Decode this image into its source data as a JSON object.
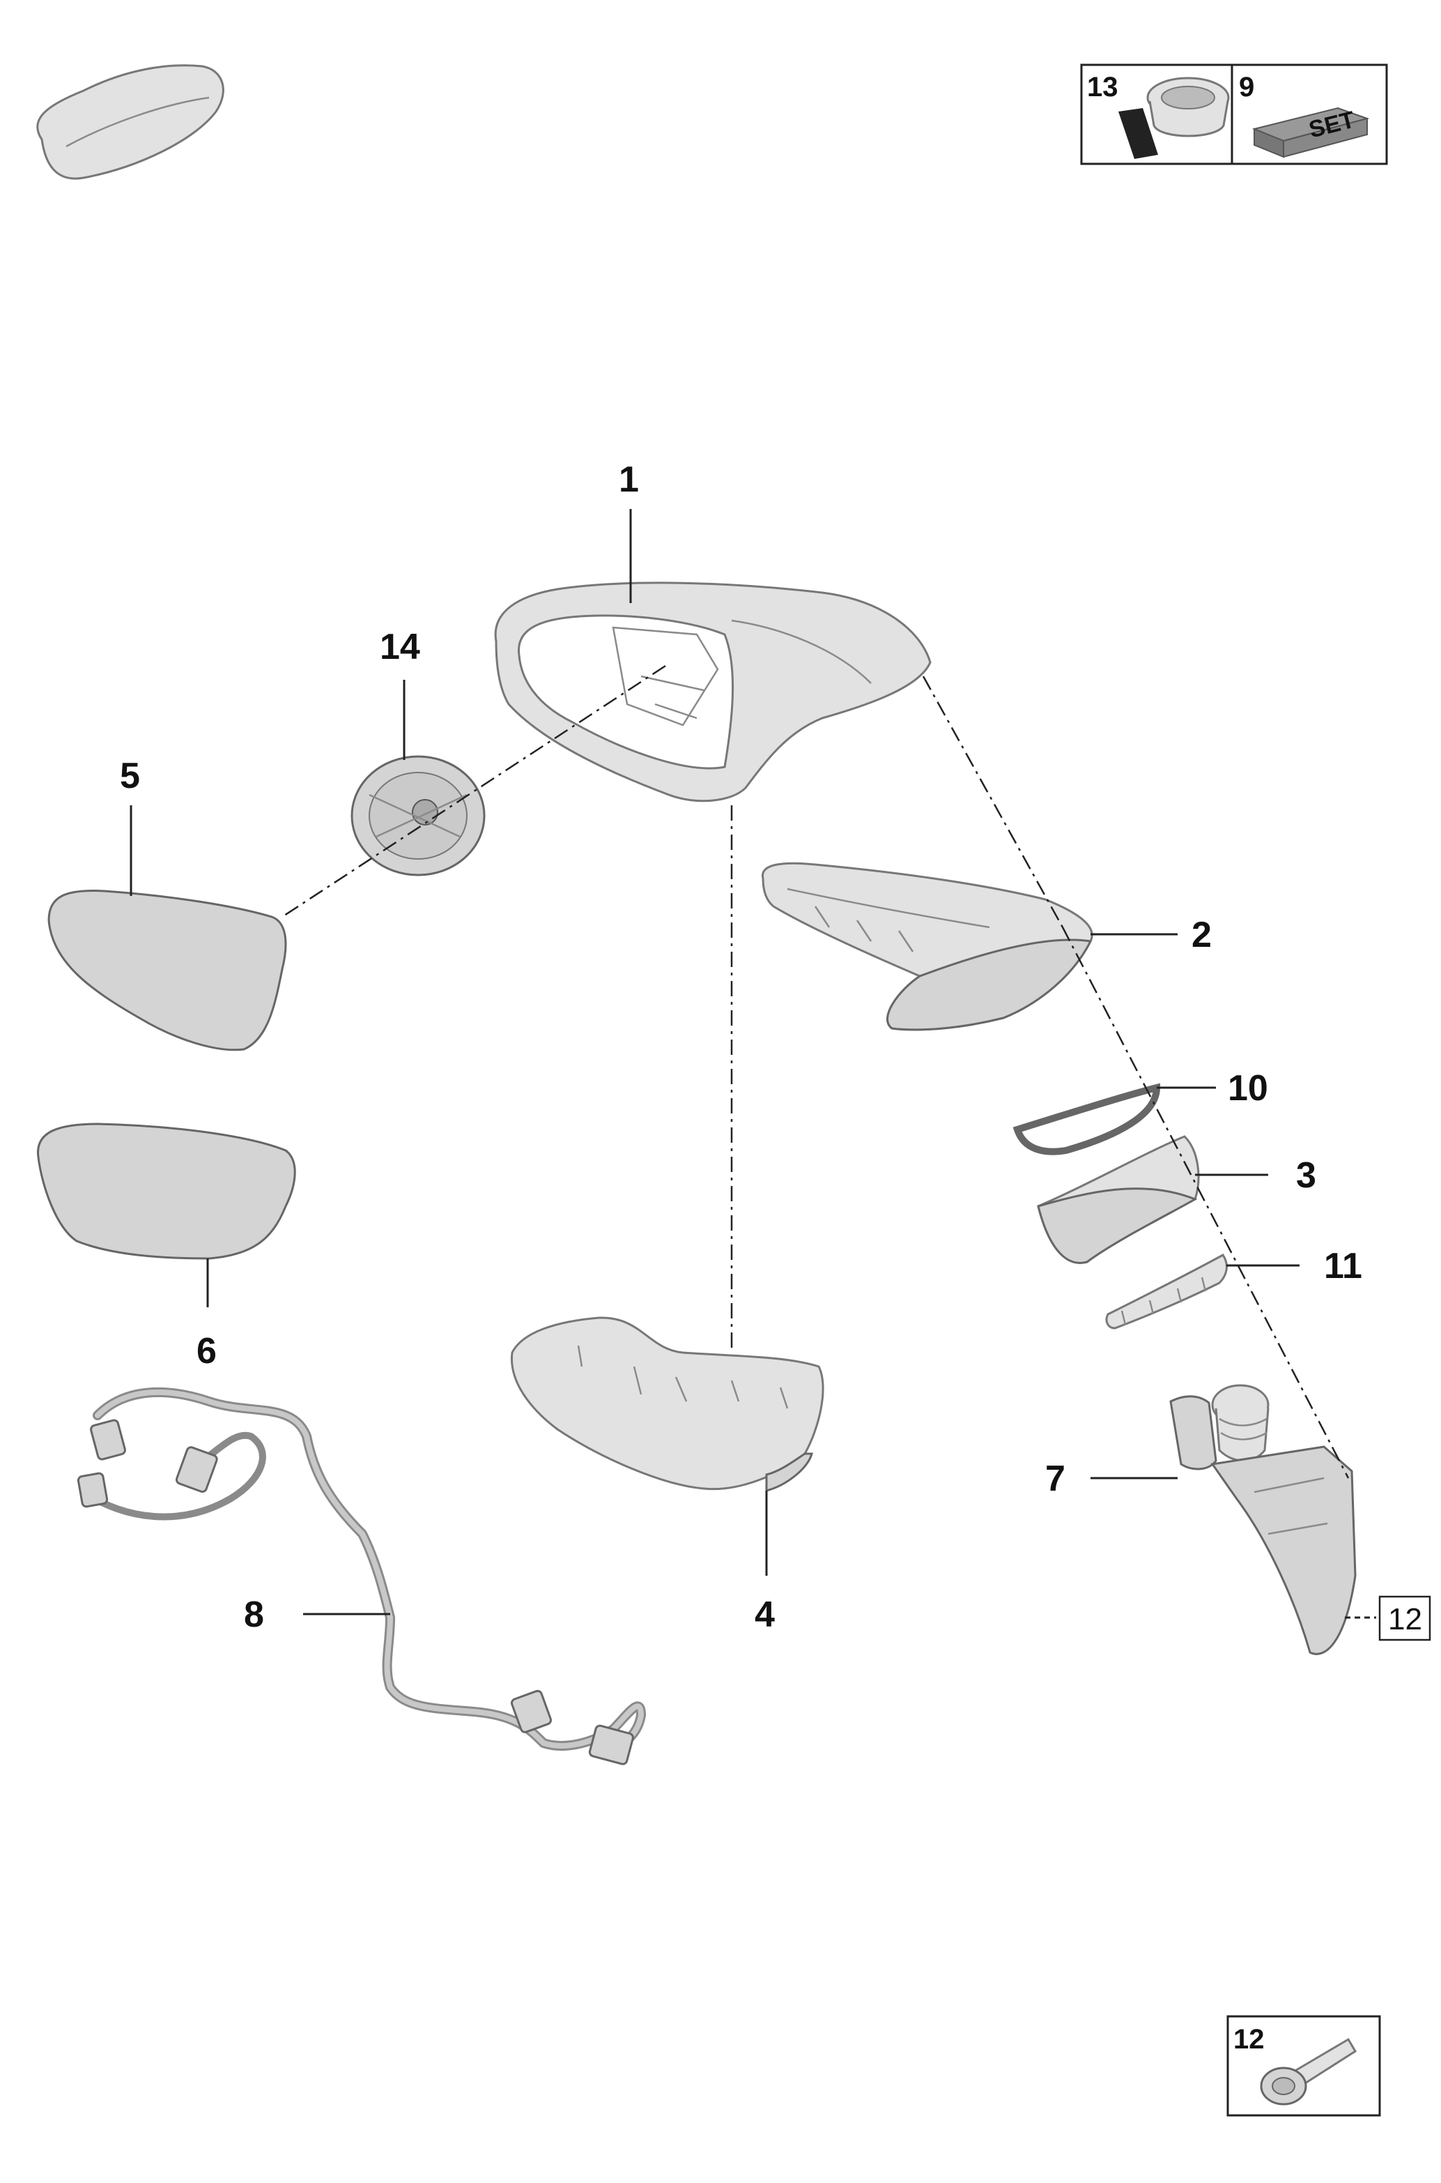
{
  "colors": {
    "background": "#ffffff",
    "part_fill": "#d4d4d4",
    "part_stroke": "#666666",
    "label": "#111111"
  },
  "legend_boxes": {
    "seal": "13",
    "set": "9",
    "set_word": "SET",
    "screw": "12"
  },
  "callouts": {
    "housing": "1",
    "trim_frame": "2",
    "indicator_cover": "3",
    "lower_cap": "4",
    "mirror_glass_upper": "5",
    "mirror_glass_lower": "6",
    "adjust_motor": "7",
    "wiring_harness": "8",
    "gasket": "10",
    "indicator_lamp": "11",
    "screw_ref": "12",
    "glass_drive": "14"
  }
}
